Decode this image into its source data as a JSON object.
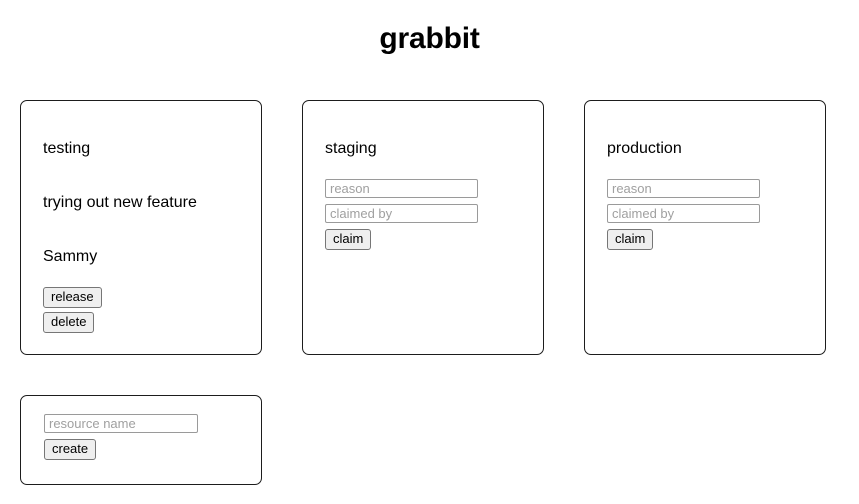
{
  "app": {
    "title": "grabbit"
  },
  "resources": [
    {
      "name": "testing",
      "claimed": true,
      "reason": "trying out new feature",
      "claimed_by": "Sammy",
      "release_label": "release",
      "delete_label": "delete"
    },
    {
      "name": "staging",
      "claimed": false,
      "reason_placeholder": "reason",
      "claimed_by_placeholder": "claimed by",
      "claim_label": "claim"
    },
    {
      "name": "production",
      "claimed": false,
      "reason_placeholder": "reason",
      "claimed_by_placeholder": "claimed by",
      "claim_label": "claim"
    }
  ],
  "create": {
    "name_placeholder": "resource name",
    "create_label": "create"
  },
  "colors": {
    "page_background": "#ffffff",
    "text": "#000000",
    "card_border": "#1d1d1d",
    "input_border": "#9a9a9a",
    "placeholder": "#a0a0a0",
    "button_background": "#efefef",
    "button_border": "#767676"
  }
}
